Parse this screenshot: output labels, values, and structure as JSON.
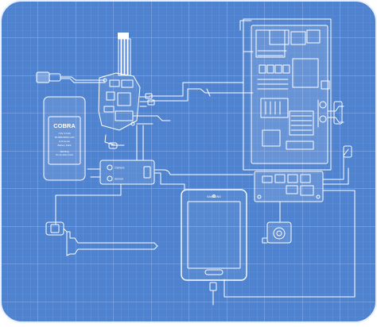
{
  "diagram": {
    "style": "blueprint wiring diagram",
    "colors": {
      "background": "#4f83cf",
      "grid_minor": "#6f9ae0",
      "grid_major": "#88aeea",
      "line": "#ffffff",
      "frame_outer": "#ffffff"
    },
    "battery": {
      "brand": "COBRA",
      "lines": [
        "7.4V 2.0 Ah",
        "15.0Wh/2500 mAh",
        "Li-Polymer",
        "Battery Pack",
        "Warning",
        "Do not short-circuit"
      ]
    },
    "hub": {
      "top_label": "Camera",
      "bottom_label": "Sensor"
    },
    "tablet": {
      "brand": "SAMSUNG"
    },
    "icons": [
      "antenna-icon",
      "microcontroller-board-icon",
      "main-circuit-board-icon",
      "relay-board-icon",
      "tablet-icon",
      "camera-module-icon",
      "connector-icon",
      "battery-icon"
    ]
  }
}
